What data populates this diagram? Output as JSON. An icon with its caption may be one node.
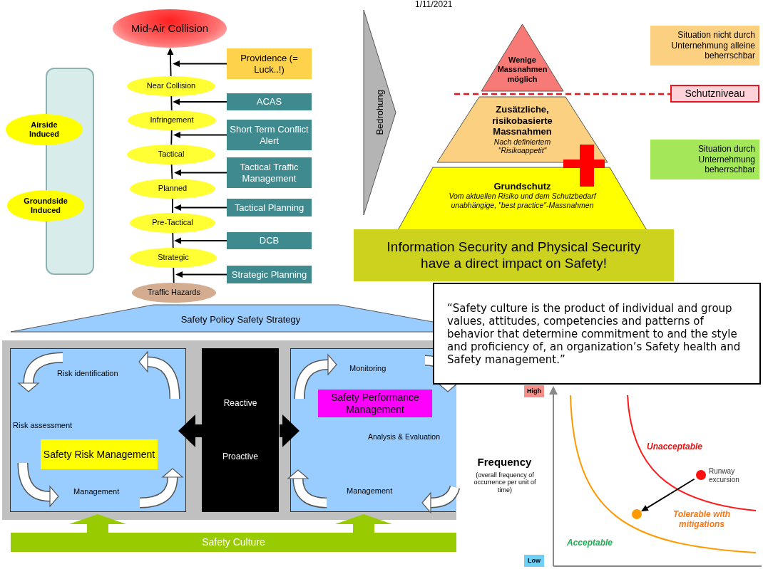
{
  "diagram": {
    "nodes": [
      {
        "text": [
          "Mid-Air Collision"
        ]
      },
      {
        "text": [
          "Near Collision"
        ]
      },
      {
        "text": [
          "Infringement"
        ]
      },
      {
        "text": [
          "Tactical"
        ]
      },
      {
        "text": [
          "Planned"
        ]
      },
      {
        "text": [
          "Pre-Tactical"
        ]
      },
      {
        "text": [
          "Strategic"
        ]
      },
      {
        "text": [
          "Traffic Hazards"
        ]
      },
      {
        "text": [
          "Providence (= Luck..!)"
        ]
      },
      {
        "text": [
          "ACAS"
        ]
      },
      {
        "text": [
          "Short Term Conflict Alert"
        ]
      },
      {
        "text": [
          "Tactical Traffic Management"
        ]
      },
      {
        "text": [
          "Tactical Planning"
        ]
      },
      {
        "text": [
          "DCB"
        ]
      },
      {
        "text": [
          "Strategic Planning"
        ]
      },
      {
        "text": [
          "Airside Induced"
        ]
      },
      {
        "text": [
          "Groundside Induced"
        ]
      },
      {
        "text": [
          "Bedrohung"
        ]
      },
      {
        "text": [
          "Wenige Massnahmen möglich"
        ]
      },
      {
        "text": [
          "Zusätzliche, risikobasierte Massnahmen",
          "Nach definiertem \"Risikoappetit\""
        ]
      },
      {
        "text": [
          "Grundschutz",
          "Vom aktuellen Risiko und dem Schutzbedarf unabhängige, \"best practice\"-Massnahmen"
        ]
      },
      {
        "text": [
          "Situation nicht durch Unternehmung alleine beherrschbar"
        ]
      },
      {
        "text": [
          "Schutzniveau"
        ]
      },
      {
        "text": [
          "Situation durch Unternehmung beherrschbar"
        ]
      },
      {
        "text": [
          "Information Security and Physical Security have a direct impact on Safety!"
        ]
      },
      {
        "text": [
          "“Safety culture is the product of individual and group values, attitudes, competencies and patterns of behavior that determine commitment to and the style and proficiency of, an organization’s Safety health and Safety management.”"
        ]
      },
      {
        "text": [
          "Safety Policy Safety Strategy"
        ]
      },
      {
        "text": [],
        "shape": "box"
      },
      {
        "text": [],
        "shape": "box",
        "in": 27
      },
      {
        "text": [
          "Safety Risk Management"
        ],
        "in": 28
      },
      {
        "text": [
          "Reactive",
          "Proactive"
        ],
        "in": 27
      },
      {
        "text": [],
        "shape": "box",
        "in": 27
      },
      {
        "text": [
          "Safety Performance Management"
        ],
        "in": 31
      },
      {
        "text": [
          "Safety Culture"
        ]
      },
      {
        "text": [
          "High"
        ]
      },
      {
        "text": [
          "Low"
        ]
      },
      {
        "text": [],
        "shape": "circle",
        "beside": [
          "Runway excursion"
        ]
      },
      {
        "text": [],
        "shape": "circle"
      },
      {
        "text": [],
        "shape": "box"
      }
    ],
    "edges": [
      {
        "from": 7,
        "to": 6,
        "arrow": "none"
      },
      {
        "from": 6,
        "to": 5,
        "arrow": "none"
      },
      {
        "from": 5,
        "to": 4,
        "arrow": "none"
      },
      {
        "from": 4,
        "to": 3,
        "arrow": "none"
      },
      {
        "from": 3,
        "to": 2,
        "arrow": "none"
      },
      {
        "from": 2,
        "to": 1,
        "arrow": "none"
      },
      {
        "from": 1,
        "to": 0,
        "arrow": "to"
      },
      {
        "from": 8,
        "to": 1,
        "arrow": "to"
      },
      {
        "from": 9,
        "to": 1,
        "arrow": "to"
      },
      {
        "from": 10,
        "to": 2,
        "arrow": "to"
      },
      {
        "from": 11,
        "to": 4,
        "arrow": "to"
      },
      {
        "from": 12,
        "to": 4,
        "arrow": "to"
      },
      {
        "from": 13,
        "to": 5,
        "arrow": "to"
      },
      {
        "from": 14,
        "to": 7,
        "arrow": "to"
      },
      {
        "from": 30,
        "to": 28,
        "arrow": "to",
        "style": "thick"
      },
      {
        "from": 30,
        "to": 31,
        "arrow": "to",
        "style": "thick"
      },
      {
        "from": 33,
        "to": 27,
        "arrow": "to",
        "style": "thick",
        "color": "#99cc00"
      },
      {
        "from": 33,
        "to": 27,
        "arrow": "to",
        "style": "thick",
        "color": "#99cc00"
      },
      {
        "from": 36,
        "to": 37,
        "arrow": "to"
      }
    ],
    "labels": [
      "1/11/2021",
      "Risk identification",
      "Risk assessment",
      "Management",
      "Monitoring",
      "Analysis & Evaluation",
      "Management",
      "Frequency",
      "(overall frequency of occurrence per unit of time)",
      "Unacceptable",
      "Tolerable with mitigations",
      "Acceptable"
    ]
  }
}
